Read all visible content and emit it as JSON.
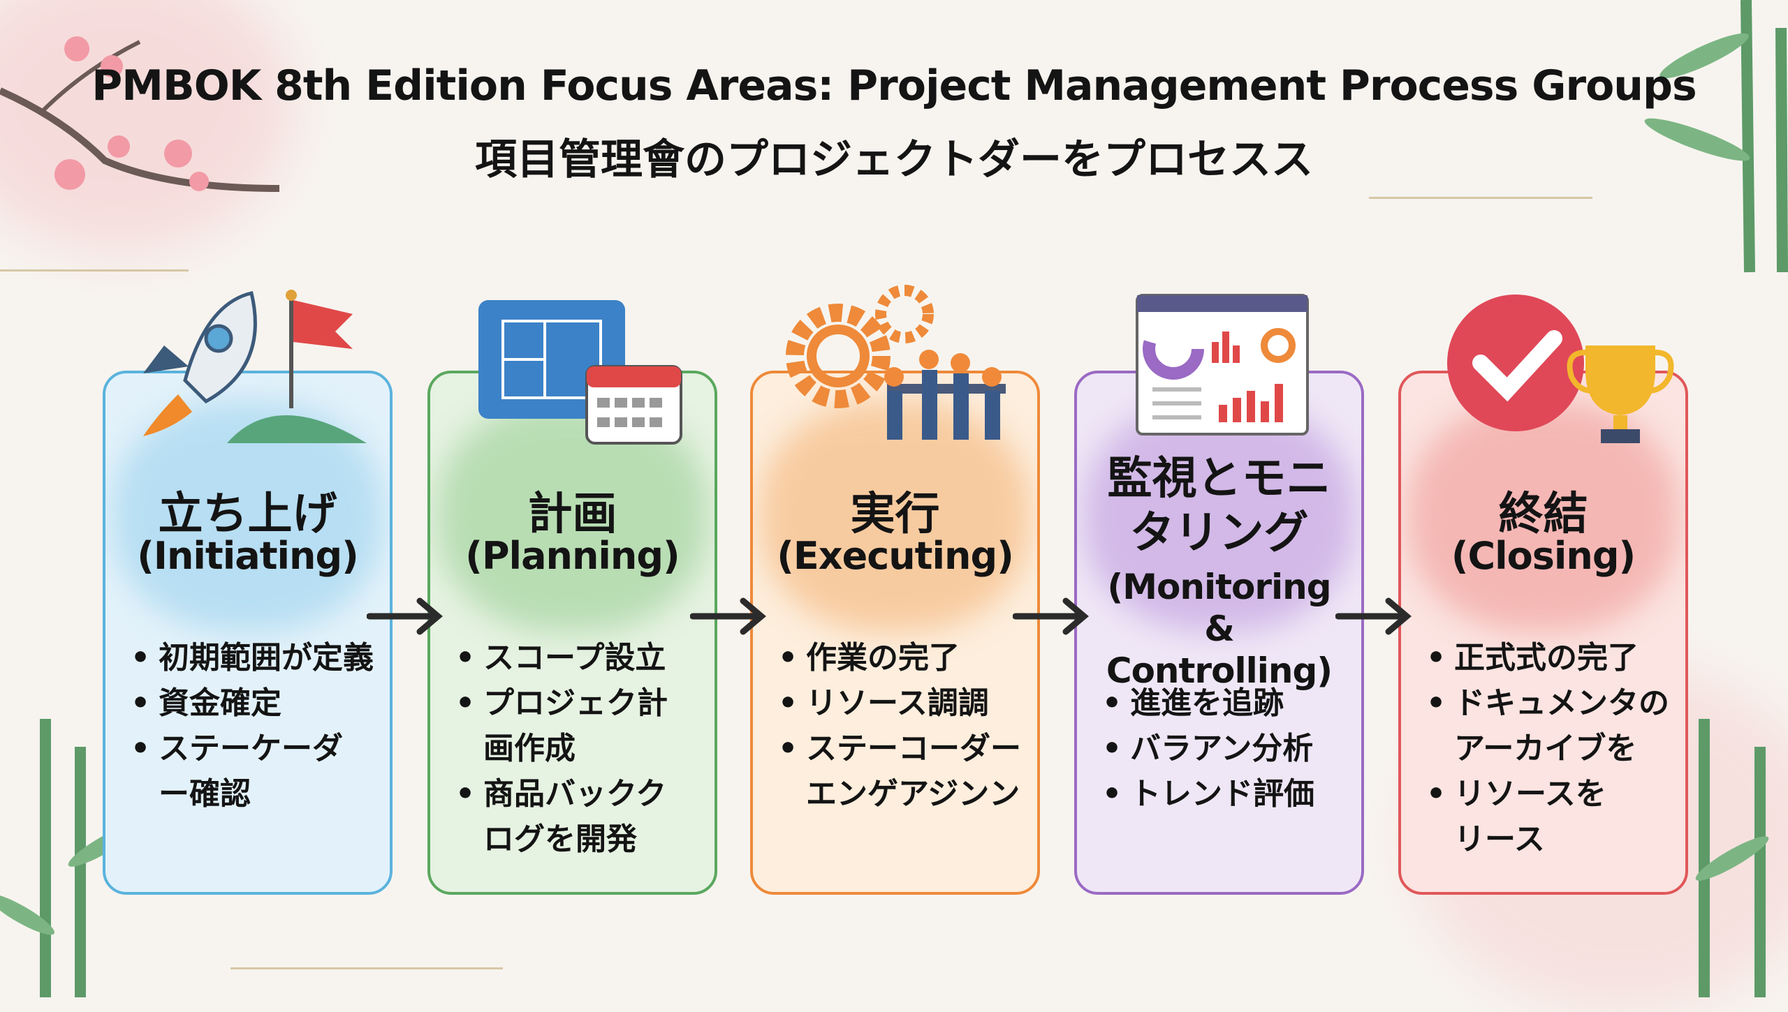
{
  "title": "PMBOK 8th Edition Focus Areas: Project Management Process Groups",
  "subtitle": "項目管理會のプロジェクトダーをプロセスス",
  "groups": [
    {
      "jp": "立ち上げ",
      "en": "(Initiating)",
      "color": "#5bb3dd",
      "fill": "#e3f2fa",
      "wash": "#a9d8f0",
      "items": [
        "初期範囲が定義",
        "資金確定",
        "ステーケーダー確認"
      ]
    },
    {
      "jp": "計画",
      "en": "(Planning)",
      "color": "#5aa85e",
      "fill": "#e6f2e2",
      "wash": "#a9d6a4",
      "items": [
        "スコープ設立",
        "プロジェク計画作成",
        "商品バッククログを開発"
      ]
    },
    {
      "jp": "実行",
      "en": "(Executing)",
      "color": "#ee8a3a",
      "fill": "#fdeedd",
      "wash": "#f6c08c",
      "items": [
        "作業の完了",
        "リソース調調",
        "ステーコーダーエンゲアジンン"
      ]
    },
    {
      "jp": "監視とモニタリング",
      "en": "(Monitoring & Controlling)",
      "color": "#9a6ac4",
      "fill": "#efe7f6",
      "wash": "#c9aae3",
      "items": [
        "進進を追跡",
        "バラアン分析",
        "トレンド評価"
      ]
    },
    {
      "jp": "終結",
      "en": "(Closing)",
      "color": "#e0585a",
      "fill": "#fbe4e1",
      "wash": "#f2a9a5",
      "items": [
        "正式式の完了",
        "ドキュメンタのアーカイブを",
        "リソースをリース"
      ]
    }
  ]
}
